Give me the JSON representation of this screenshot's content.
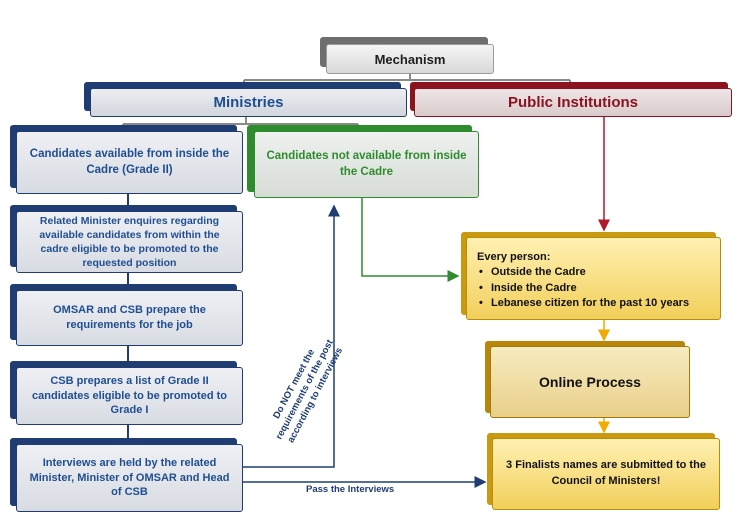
{
  "nodes": {
    "mechanism": "Mechanism",
    "ministries": "Ministries",
    "public_institutions": "Public Institutions",
    "candidates_available": "Candidates available from inside the Cadre (Grade II)",
    "candidates_not_available": "Candidates not available from inside the Cadre",
    "related_minister": "Related Minister enquires regarding available candidates from within the cadre eligible to be promoted to the requested position",
    "omsar_csb": "OMSAR and CSB prepare the requirements for the job",
    "csb_list": "CSB prepares a list of Grade II candidates eligible to be promoted to Grade I",
    "interviews": "Interviews are held by the related Minister, Minister of OMSAR and Head of CSB",
    "every_person": {
      "title": "Every person:",
      "items": [
        "Outside the Cadre",
        "Inside the Cadre",
        "Lebanese citizen for the past 10 years"
      ]
    },
    "online_process": "Online Process",
    "finalists": "3 Finalists names are submitted to the Council of Ministers!"
  },
  "labels": {
    "pass_interviews": "Pass the Interviews",
    "not_meet": "Do NOT meet the requirements of the post according to interviews"
  },
  "colors": {
    "ministries": "#1f3d73",
    "public": "#8b1320",
    "green": "#2e8b2e",
    "gold": "#f2b705",
    "connector_gray": "#8a8a8a"
  }
}
